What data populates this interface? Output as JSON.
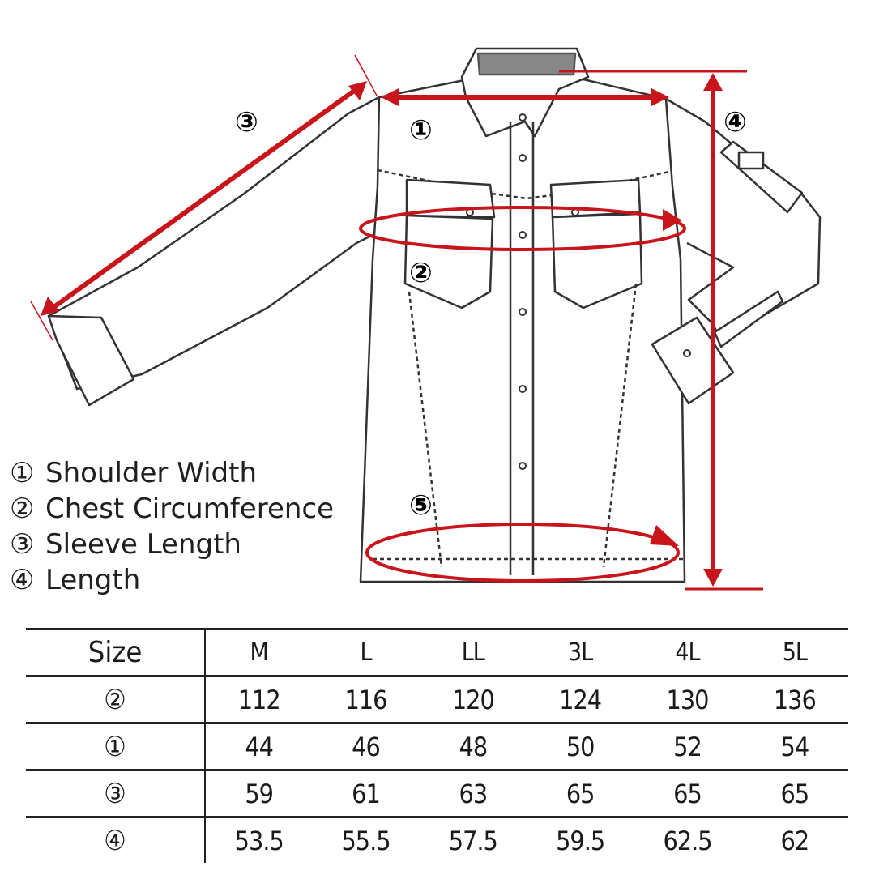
{
  "markers": {
    "m1": "①",
    "m2": "②",
    "m3": "③",
    "m4": "④",
    "m5": "⑤"
  },
  "legend": [
    {
      "num": "①",
      "label": "Shoulder Width"
    },
    {
      "num": "②",
      "label": "Chest Circumference"
    },
    {
      "num": "③",
      "label": "Sleeve Length"
    },
    {
      "num": "④",
      "label": "Length"
    }
  ],
  "table": {
    "header_label": "Size",
    "sizes": [
      "M",
      "L",
      "LL",
      "3L",
      "4L",
      "5L"
    ],
    "rows": [
      {
        "label": "②",
        "values": [
          "112",
          "116",
          "120",
          "124",
          "130",
          "136"
        ]
      },
      {
        "label": "①",
        "values": [
          "44",
          "46",
          "48",
          "50",
          "52",
          "54"
        ]
      },
      {
        "label": "③",
        "values": [
          "59",
          "61",
          "63",
          "65",
          "65",
          "65"
        ]
      },
      {
        "label": "④",
        "values": [
          "53.5",
          "55.5",
          "57.5",
          "59.5",
          "62.5",
          "62"
        ]
      }
    ]
  },
  "colors": {
    "measure": "#c8141b",
    "outline": "#333333",
    "background": "#ffffff"
  }
}
